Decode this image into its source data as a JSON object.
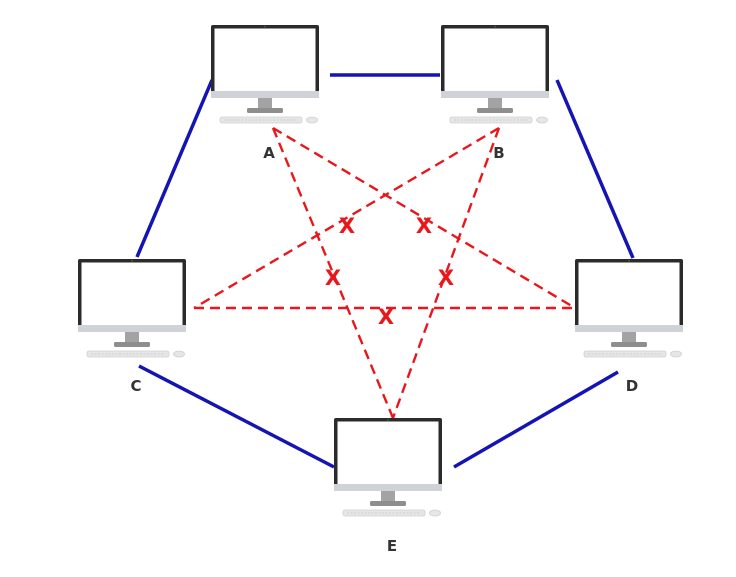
{
  "nodes": {
    "a": {
      "label": "A"
    },
    "b": {
      "label": "B"
    },
    "c": {
      "label": "C"
    },
    "d": {
      "label": "D"
    },
    "e": {
      "label": "E"
    }
  },
  "connections": {
    "solid": [
      {
        "from": "A",
        "to": "B"
      },
      {
        "from": "B",
        "to": "D"
      },
      {
        "from": "D",
        "to": "E"
      },
      {
        "from": "E",
        "to": "C"
      },
      {
        "from": "C",
        "to": "A"
      }
    ],
    "broken": [
      {
        "from": "A",
        "to": "D"
      },
      {
        "from": "A",
        "to": "E"
      },
      {
        "from": "B",
        "to": "C"
      },
      {
        "from": "B",
        "to": "E"
      },
      {
        "from": "C",
        "to": "D"
      }
    ]
  },
  "marks": {
    "x1": "X",
    "x2": "X",
    "x3": "X",
    "x4": "X",
    "x5": "X"
  },
  "colors": {
    "solid_link": "#1414b4",
    "broken_link": "#e8171c",
    "screen_frame": "#2b2b2b",
    "stand": "#9a9a9a"
  },
  "icons": {
    "computer": "desktop-computer-icon"
  }
}
